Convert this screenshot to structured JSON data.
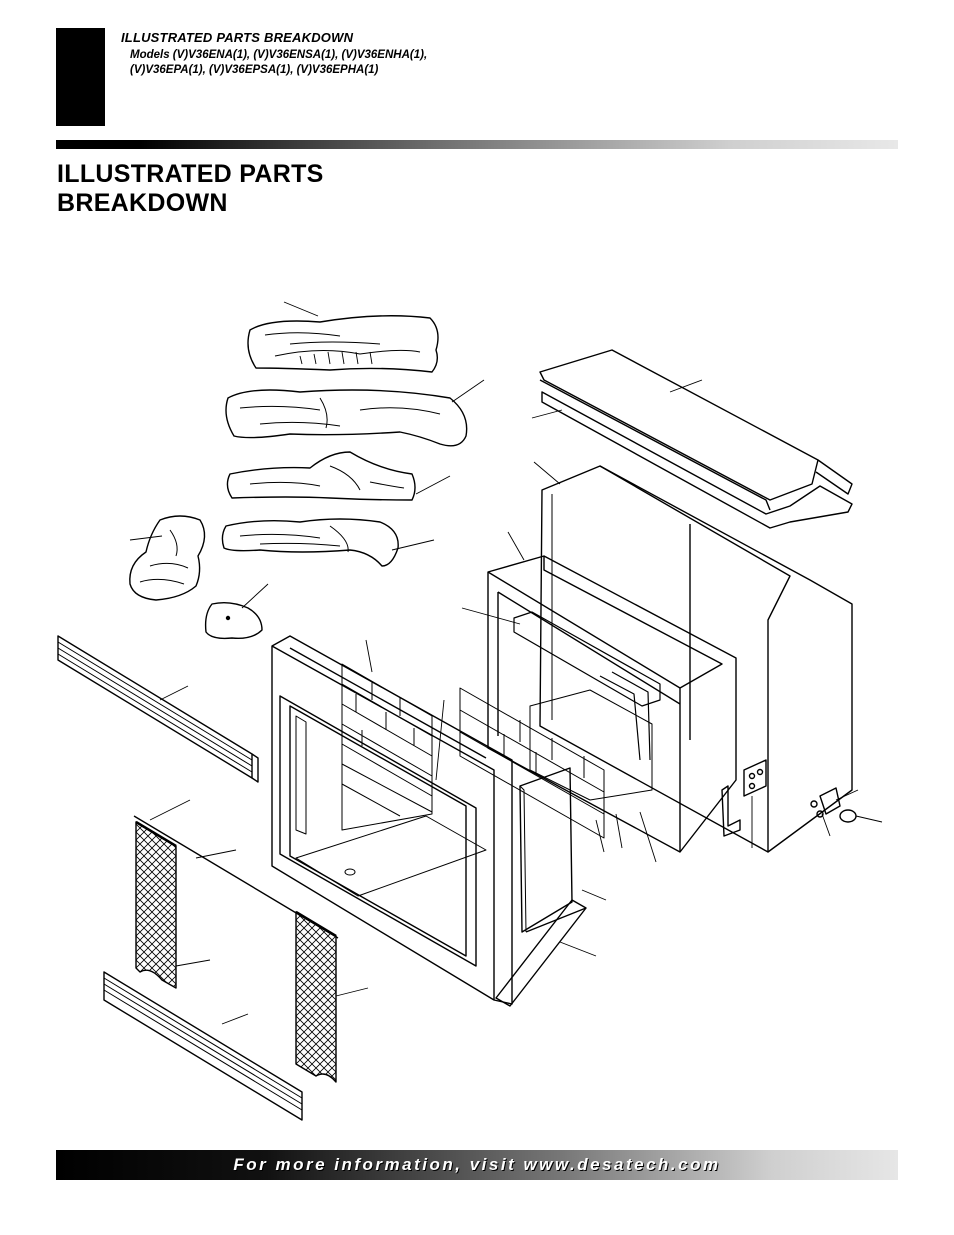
{
  "header": {
    "section_title": "ILLUSTRATED PARTS BREAKDOWN",
    "models_line1": "Models (V)V36ENA(1), (V)V36ENSA(1), (V)V36ENHA(1),",
    "models_line2": "(V)V36EPA(1), (V)V36EPSA(1), (V)V36EPHA(1)"
  },
  "page": {
    "title_line1": "ILLUSTRATED PARTS",
    "title_line2": "BREAKDOWN"
  },
  "footer": {
    "text": "For more information, visit www.desatech.com"
  }
}
